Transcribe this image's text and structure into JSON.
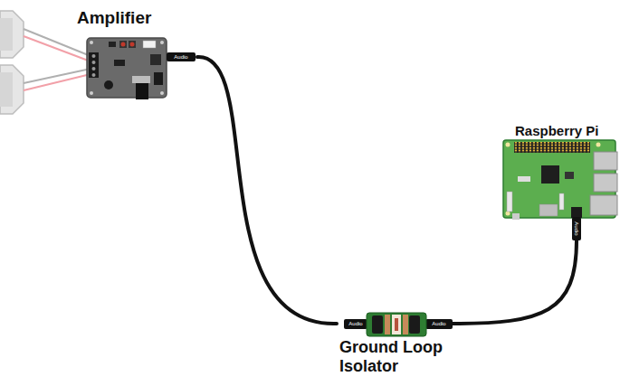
{
  "diagram": {
    "nodes": [
      {
        "text": [
          "Amplifier"
        ]
      },
      {
        "text": [
          "Ground Loop Isolator"
        ]
      },
      {
        "text": [
          "Raspberry Pi"
        ]
      }
    ],
    "edges": [
      {
        "from": 0,
        "to": 1,
        "arrow": "none"
      },
      {
        "from": 1,
        "to": 2,
        "arrow": "none"
      }
    ],
    "labels": [
      "Audio",
      "Audio",
      "Audio",
      "Audio"
    ]
  }
}
